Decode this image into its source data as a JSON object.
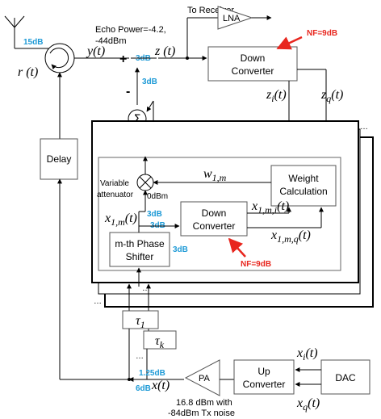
{
  "blocks": {
    "lna": "LNA",
    "down_converter_top": [
      "Down",
      "Converter"
    ],
    "delay": "Delay",
    "weight_calc": [
      "Weight",
      "Calculation"
    ],
    "down_converter_inner": [
      "Down",
      "Converter"
    ],
    "phase_shifter": [
      "m-th Phase",
      "Shifter"
    ],
    "pa": "PA",
    "up_converter": [
      "Up",
      "Converter"
    ],
    "dac": "DAC"
  },
  "labels": {
    "to_receiver": "To Receiver",
    "echo_power": [
      "Echo Power=-4.2,",
      "-44dBm"
    ],
    "variable_attenuator": [
      "Variable",
      "attenuator"
    ],
    "zero_dbm": "0dBm",
    "pa_output": [
      "16.8 dBm with",
      "-84dBm Tx noise"
    ]
  },
  "signals": {
    "r": "r (t)",
    "y": "y(t)",
    "z": "z (t)",
    "zi": "z",
    "zi_sub": "i",
    "zi_arg": "(t)",
    "zq": "z",
    "zq_sub": "q",
    "zq_arg": "(t)",
    "w": "w",
    "w_sub": "1,m",
    "x1m": "x",
    "x1m_sub": "1,m",
    "x1m_arg": "(t)",
    "x1mi": "x",
    "x1mi_sub": "1,m,i",
    "x1mi_arg": "(t)",
    "x1mq": "x",
    "x1mq_sub": "1,m,q",
    "x1mq_arg": "(t)",
    "tau1": "τ",
    "tau1_sub": "1",
    "tauk": "τ",
    "tauk_sub": "k",
    "x": "x(t)",
    "xi": "x",
    "xi_sub": "i",
    "xi_arg": "(t)",
    "xq": "x",
    "xq_sub": "q",
    "xq_arg": "(t)"
  },
  "gains": {
    "circulator": "15dB",
    "sum_right": "3dB",
    "sum_top": "3dB",
    "splitter_a": "3dB",
    "splitter_b": "3dB",
    "phase_shifter": "3dB",
    "tap": "1.25dB",
    "pa_in": "6dB"
  },
  "noise_figures": {
    "top": "NF=9dB",
    "inner": "NF=9dB"
  },
  "symbols": {
    "sigma": "Σ",
    "plus": "+",
    "minus": "-",
    "dots": "…"
  },
  "colors": {
    "gain_text": "#1e9ad6",
    "nf_text": "#e8261e",
    "nf_arrow": "#e8261e"
  }
}
